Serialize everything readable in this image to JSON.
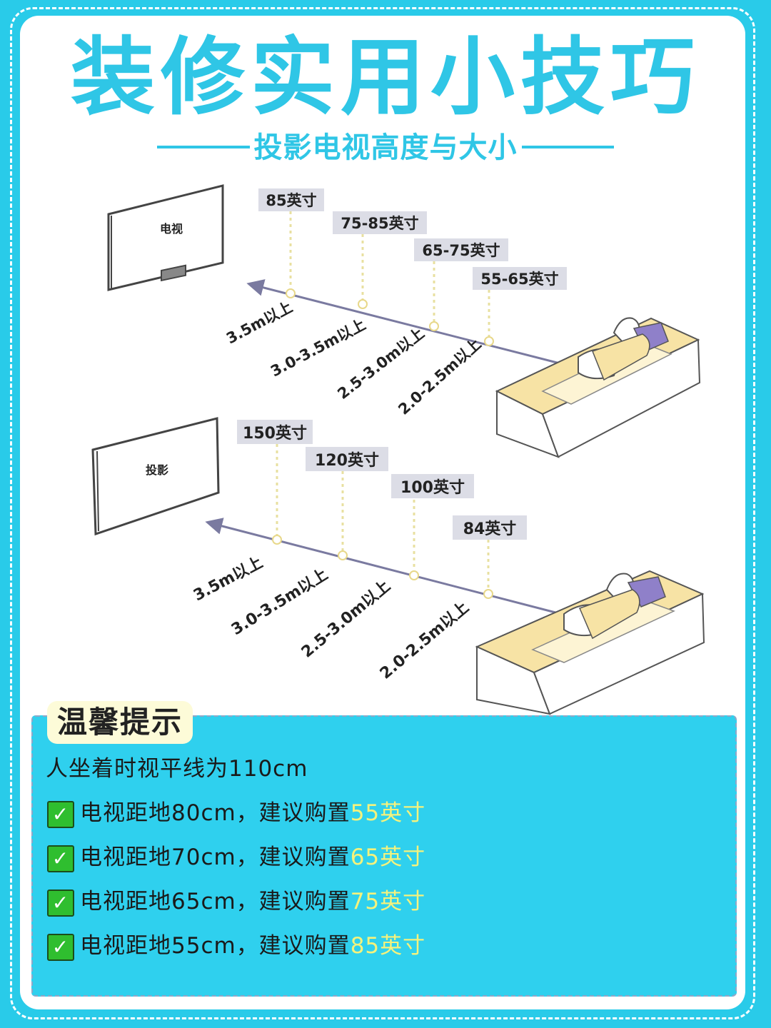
{
  "header": {
    "title": "装修实用小技巧",
    "subtitle": "投影电视高度与大小"
  },
  "tv_section": {
    "screen_label": "电视",
    "sizes": [
      "85英寸",
      "75-85英寸",
      "65-75英寸",
      "55-65英寸"
    ],
    "distances": [
      "3.5m以上",
      "3.0-3.5m以上",
      "2.5-3.0m以上",
      "2.0-2.5m以上"
    ]
  },
  "projector_section": {
    "screen_label": "投影",
    "sizes": [
      "150英寸",
      "120英寸",
      "100英寸",
      "84英寸"
    ],
    "distances": [
      "3.5m以上",
      "3.0-3.5m以上",
      "2.5-3.0m以上",
      "2.0-2.5m以上"
    ]
  },
  "tips": {
    "tag": "温馨提示",
    "intro": "人坐着时视平线为110cm",
    "check_icon": "check-mark-icon",
    "rows": [
      {
        "text": "电视距地80cm，建议购置",
        "size": "55英寸"
      },
      {
        "text": "电视距地70cm，建议购置",
        "size": "65英寸"
      },
      {
        "text": "电视距地65cm，建议购置",
        "size": "75英寸"
      },
      {
        "text": "电视距地55cm，建议购置",
        "size": "85英寸"
      }
    ]
  },
  "colors": {
    "background": "#29cbe9",
    "accent": "#2fc6e6",
    "tip_panel": "#2fd0ee",
    "highlight": "#f5f27c",
    "label_box": "#dcdde6",
    "sofa": "#f7e3a5"
  }
}
